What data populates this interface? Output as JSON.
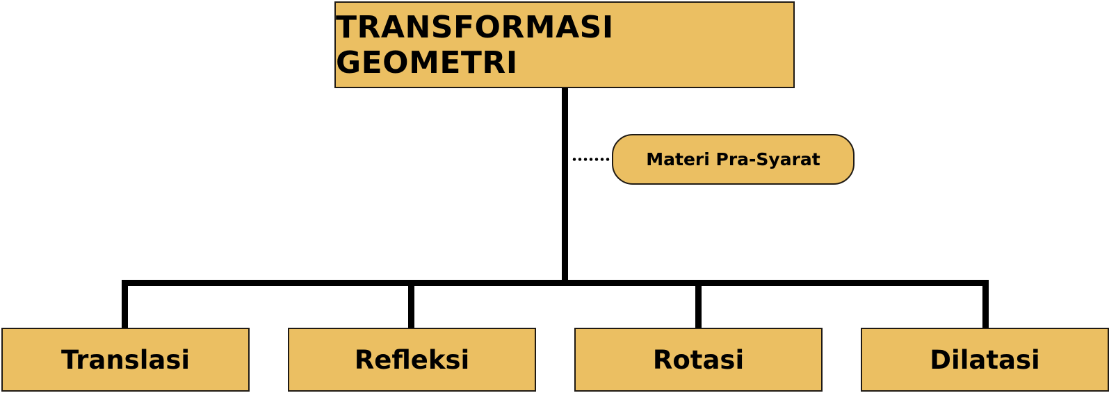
{
  "diagram": {
    "root": {
      "label": "TRANSFORMASI GEOMETRI"
    },
    "side_note": {
      "label": "Materi Pra-Syarat"
    },
    "children": [
      {
        "label": "Translasi"
      },
      {
        "label": "Refleksi"
      },
      {
        "label": "Rotasi"
      },
      {
        "label": "Dilatasi"
      }
    ],
    "colors": {
      "box_fill": "#EBBF62",
      "box_border": "#1F1A14",
      "connector": "#000000",
      "text": "#000000"
    }
  }
}
